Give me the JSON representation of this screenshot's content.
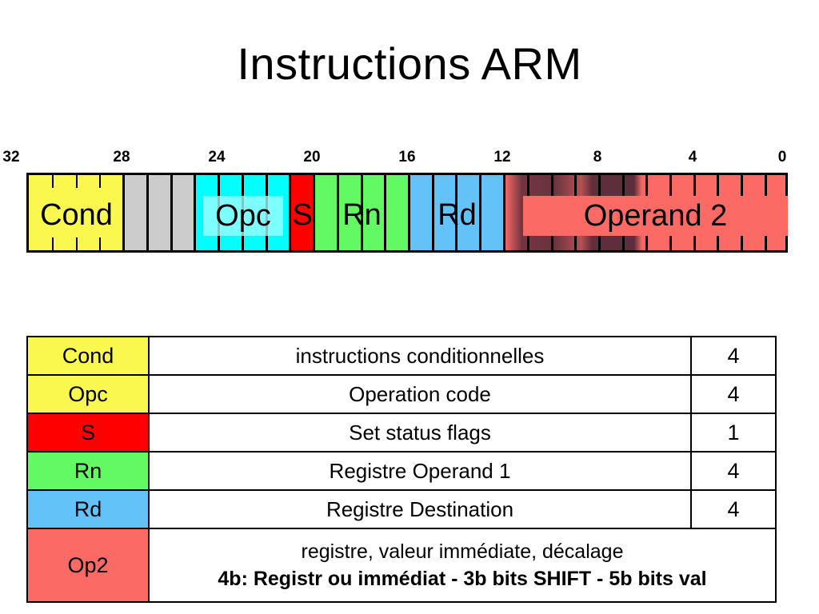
{
  "slide": {
    "title": "Instructions ARM",
    "background_color": "#FFFFFF"
  },
  "colors": {
    "cond": "#FAF84F",
    "reserved": "#CCCCCC",
    "opc": "#00FFFF",
    "opc_plate": "#A0FFFF",
    "s": "#FF0000",
    "rn": "#63F963",
    "rd": "#63C3F9",
    "op2": "#FC6A66",
    "shadow": "#1E162A",
    "border": "#000000",
    "table_key_cond": "#FAF84F",
    "table_key_opc": "#FAF84F"
  },
  "bitfield": {
    "total_bits": 32,
    "tick_labels": [
      "32",
      "28",
      "24",
      "20",
      "16",
      "12",
      "8",
      "4",
      "0"
    ],
    "tick_bits": [
      32,
      28,
      24,
      20,
      16,
      12,
      8,
      4,
      0
    ],
    "fields": [
      {
        "name": "Cond",
        "label": "Cond",
        "bit_hi": 31,
        "bit_lo": 28,
        "width_bits": 4,
        "color": "#FAF84F"
      },
      {
        "name": "reserved",
        "label": "",
        "bit_hi": 27,
        "bit_lo": 25,
        "width_bits": 3,
        "color": "#CCCCCC"
      },
      {
        "name": "Opc",
        "label": "Opc",
        "bit_hi": 24,
        "bit_lo": 21,
        "width_bits": 4,
        "color": "#00FFFF"
      },
      {
        "name": "S",
        "label": "S",
        "bit_hi": 20,
        "bit_lo": 20,
        "width_bits": 1,
        "color": "#FF0000"
      },
      {
        "name": "Rn",
        "label": "Rn",
        "bit_hi": 19,
        "bit_lo": 16,
        "width_bits": 4,
        "color": "#63F963"
      },
      {
        "name": "Rd",
        "label": "Rd",
        "bit_hi": 15,
        "bit_lo": 12,
        "width_bits": 4,
        "color": "#63C3F9"
      },
      {
        "name": "Operand 2",
        "label": "Operand 2",
        "bit_hi": 11,
        "bit_lo": 0,
        "width_bits": 12,
        "color": "#FC6A66"
      }
    ]
  },
  "legend": {
    "rows": [
      {
        "key": "Cond",
        "key_color": "#FAF84F",
        "description": "instructions conditionnelles",
        "bits": "4"
      },
      {
        "key": "Opc",
        "key_color": "#FAF84F",
        "description": "Operation code",
        "bits": "4"
      },
      {
        "key": "S",
        "key_color": "#FF0000",
        "description": "Set status flags",
        "bits": "1"
      },
      {
        "key": "Rn",
        "key_color": "#63F963",
        "description": "Registre Operand 1",
        "bits": "4"
      },
      {
        "key": "Rd",
        "key_color": "#63C3F9",
        "description": "Registre Destination",
        "bits": "4"
      }
    ],
    "op2_row": {
      "key": "Op2",
      "key_color": "#FC6A66",
      "description_line1": "registre, valeur immédiate, décalage",
      "description_line2": "4b: Registr ou immédiat - 3b bits SHIFT - 5b bits val"
    }
  }
}
